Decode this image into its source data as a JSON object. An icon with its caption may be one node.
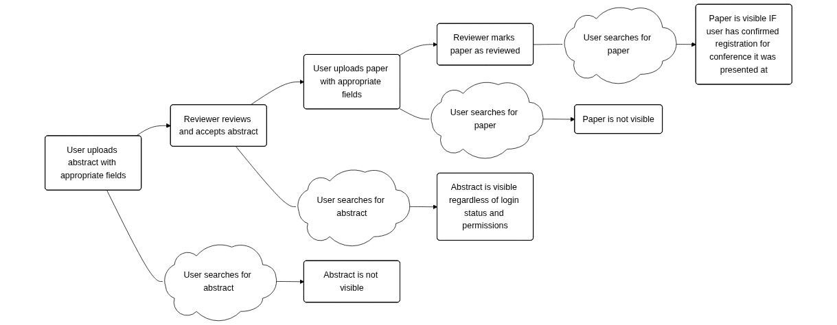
{
  "diagram": {
    "nodes": [
      {
        "text": [
          "User uploads abstract with appropriate fields"
        ]
      },
      {
        "text": [
          "Reviewer reviews and accepts abstract"
        ]
      },
      {
        "text": [
          "User uploads paper with appropriate fields"
        ]
      },
      {
        "text": [
          "Reviewer marks paper as reviewed"
        ]
      },
      {
        "text": [
          "User searches for abstract"
        ]
      },
      {
        "text": [
          "User searches for abstract"
        ]
      },
      {
        "text": [
          "User searches for paper"
        ]
      },
      {
        "text": [
          "User searches for paper"
        ]
      },
      {
        "text": [
          "Abstract is not visible"
        ]
      },
      {
        "text": [
          "Abstract is visible regardless of login status and permissions"
        ]
      },
      {
        "text": [
          "Paper is not visible"
        ]
      },
      {
        "text": [
          "Paper is visible IF user has confirmed registration for conference it was presented at"
        ]
      }
    ],
    "edges": [
      {
        "from": 0,
        "to": 1,
        "arrow": "to"
      },
      {
        "from": 1,
        "to": 2,
        "arrow": "to"
      },
      {
        "from": 2,
        "to": 3,
        "arrow": "to"
      },
      {
        "from": 0,
        "to": 4,
        "arrow": "none"
      },
      {
        "from": 1,
        "to": 5,
        "arrow": "none"
      },
      {
        "from": 2,
        "to": 6,
        "arrow": "none"
      },
      {
        "from": 3,
        "to": 7,
        "arrow": "none"
      },
      {
        "from": 4,
        "to": 8,
        "arrow": "to"
      },
      {
        "from": 5,
        "to": 9,
        "arrow": "to"
      },
      {
        "from": 6,
        "to": 10,
        "arrow": "to"
      },
      {
        "from": 7,
        "to": 11,
        "arrow": "to"
      }
    ]
  }
}
